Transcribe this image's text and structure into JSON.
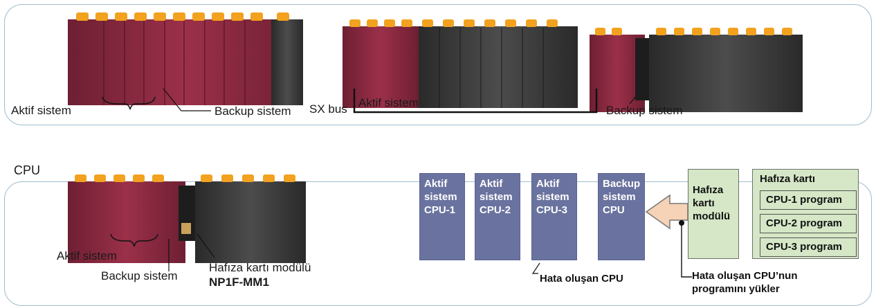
{
  "top_panel": {
    "aktif_left": "Aktif sistem",
    "backup_left": "Backup sistem",
    "sx_bus": "SX bus",
    "aktif_mid": "Aktif sistem",
    "backup_right": "Backup sistem"
  },
  "bottom_panel": {
    "cpu_title": "CPU",
    "aktif": "Aktif sistem",
    "backup": "Backup sistem",
    "module_label": "Hafıza kartı modülü",
    "module_model": "NP1F-MM1"
  },
  "diagram": {
    "cpus": [
      {
        "line1": "Aktif",
        "line2": "sistem",
        "line3": "CPU-1"
      },
      {
        "line1": "Aktif",
        "line2": "sistem",
        "line3": "CPU-2"
      },
      {
        "line1": "Aktif",
        "line2": "sistem",
        "line3": "CPU-3"
      },
      {
        "line1": "Backup",
        "line2": "sistem",
        "line3": "CPU"
      }
    ],
    "module": {
      "line1": "Hafıza",
      "line2": "kartı",
      "line3": "modülü"
    },
    "card": {
      "title": "Hafıza kartı",
      "programs": [
        "CPU-1 program",
        "CPU-2 program",
        "CPU-3 program"
      ]
    },
    "note_fault": "Hata oluşan CPU",
    "note_load_1": "Hata oluşan CPU’nun",
    "note_load_2": "programını yükler"
  },
  "colors": {
    "panel_border": "#9fbccd",
    "plc_red": "#8a2a40",
    "plc_gray": "#3a3a3a",
    "plc_cap": "#f2a21e",
    "cpu_box": "#6a739f",
    "memory_green": "#d5e7c6",
    "arrow_fill": "#f6d3b6"
  },
  "icons": [
    "plc-rack-image",
    "brace-icon",
    "arrow-icon"
  ]
}
